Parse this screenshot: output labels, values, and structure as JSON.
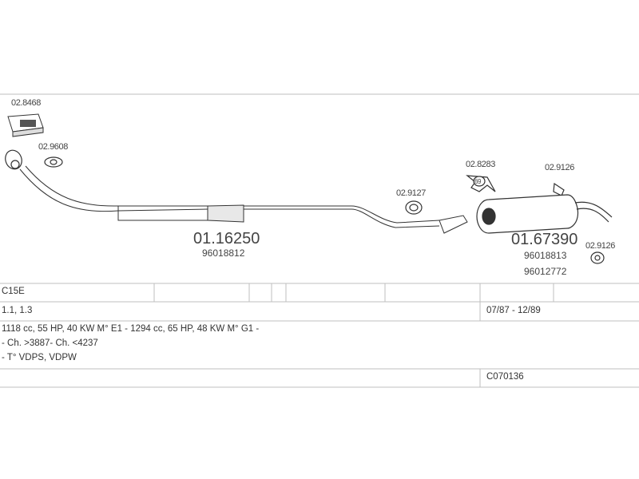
{
  "parts": {
    "clamp_box": "02.8468",
    "gasket_front": "02.9608",
    "front_pipe": {
      "number": "01.16250",
      "ref": "96018812"
    },
    "clamp_mid": "02.9127",
    "ring_kit": "02.8283",
    "ring_kit_marker": "69",
    "hanger_top": "02.9126",
    "muffler": {
      "number": "01.67390",
      "ref1": "96018813",
      "ref2": "96012772"
    },
    "hanger_bottom": "02.9126"
  },
  "table": {
    "model": "C15E",
    "engine": "1.1, 1.3",
    "period": "07/87 - 12/89",
    "spec": "1118 cc, 55 HP, 40 KW M° E1 - 1294 cc, 65 HP, 48 KW M° G1 -",
    "chassis": "- Ch. >3887- Ch. <4237",
    "type": "- T° VDPS, VDPW",
    "code": "C070136"
  }
}
